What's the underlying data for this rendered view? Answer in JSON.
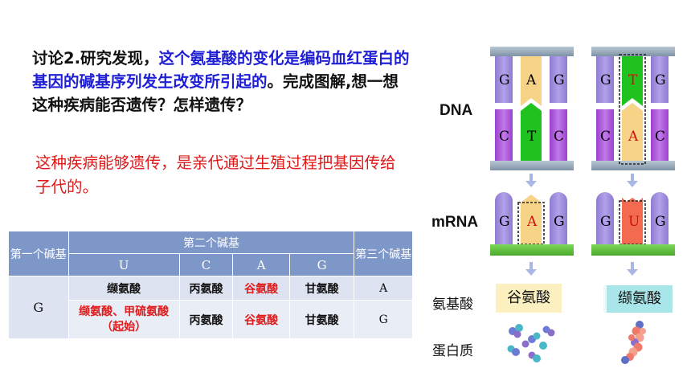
{
  "question": {
    "prefix": "讨论2.研究发现，",
    "highlight": "这个氨基酸的变化是编码血红蛋白的基因的碱基序列发生改变所引起的",
    "suffix": "。完成图解,想一想这种疾病能否遗传？怎样遗传？"
  },
  "answer": "这种疾病能够遗传，是亲代通过生殖过程把基因传给子代的。",
  "table": {
    "first_base_header": "第一个碱基",
    "second_base_header": "第二个碱基",
    "third_base_header": "第三个碱基",
    "second_bases": [
      "U",
      "C",
      "A",
      "G"
    ],
    "first_base": "G",
    "rows": [
      {
        "cells": [
          "缬氨酸",
          "丙氨酸",
          "谷氨酸",
          "甘氨酸"
        ],
        "third": "A"
      },
      {
        "cells": [
          "缬氨酸、甲硫氨酸（起始）",
          "丙氨酸",
          "谷氨酸",
          "甘氨酸"
        ],
        "third": "G"
      }
    ]
  },
  "diagram": {
    "labels": {
      "dna": "DNA",
      "mrna": "mRNA",
      "amino_acid": "氨基酸",
      "protein": "蛋白质"
    },
    "normal": {
      "dna_top": [
        "G",
        "A",
        "G"
      ],
      "dna_bottom": [
        "C",
        "T",
        "C"
      ],
      "mrna": [
        "G",
        "A",
        "G"
      ],
      "amino_acid": "谷氨酸"
    },
    "mutant": {
      "dna_top": [
        "G",
        "T",
        "G"
      ],
      "dna_bottom": [
        "C",
        "A",
        "C"
      ],
      "mrna": [
        "G",
        "U",
        "G"
      ],
      "amino_acid": "缬氨酸"
    },
    "colors": {
      "purple": "#9b86d6",
      "violet": "#a64fd6",
      "green": "#1fc21f",
      "orange_light": "#f7d387",
      "orange": "#f08a3e",
      "salmon": "#f26a4f",
      "rail": "#8fa3b5",
      "mrna_base": "#76c63a",
      "normal_aa_box": "#fdf0c0",
      "mutant_aa_box": "#a8e6ea"
    }
  }
}
